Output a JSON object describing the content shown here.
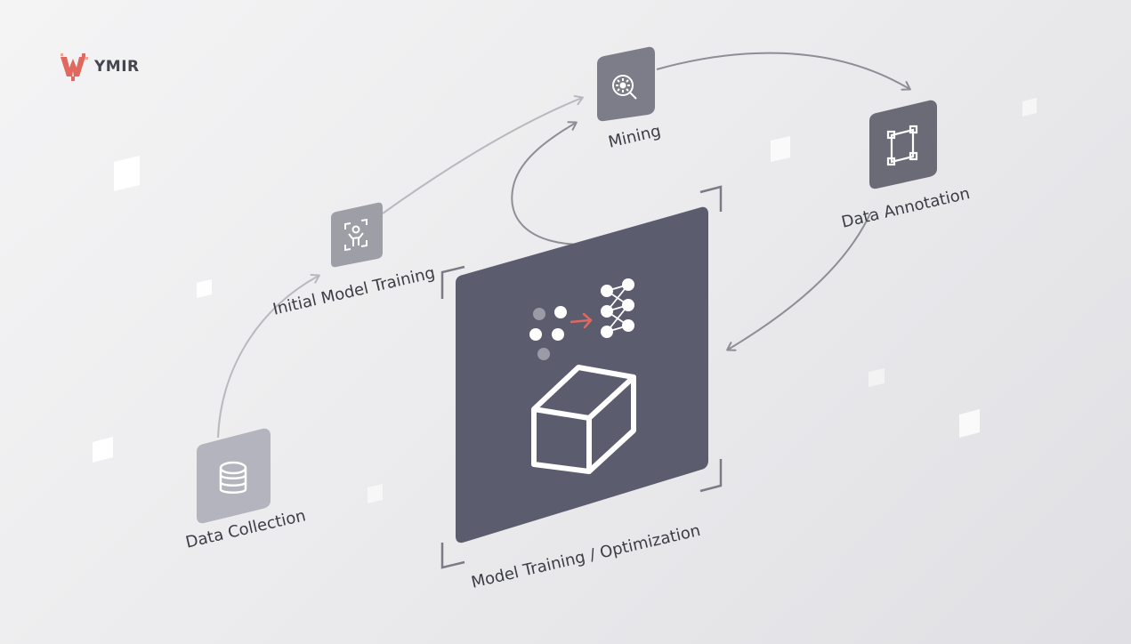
{
  "logo": {
    "text": "YMIR",
    "color": "#e0685e"
  },
  "stages": {
    "data_collection": {
      "label": "Data Collection"
    },
    "initial_training": {
      "label": "Initial Model Training"
    },
    "mining": {
      "label": "Mining"
    },
    "data_annotation": {
      "label": "Data Annotation"
    },
    "model_training": {
      "label": "Model Training / Optimization"
    }
  },
  "colors": {
    "panel_dark": "#5b5c6e",
    "tile_light": "#b3b4bd",
    "tile_mid": "#9d9ea6",
    "tile_dark": "#7c7d88",
    "tile_darker": "#6a6b77",
    "accent": "#e0685e",
    "arrow": "#9a9ba3"
  },
  "icons": {
    "data_collection": "database-icon",
    "initial_training": "person-focus-icon",
    "mining": "magnifier-icon",
    "data_annotation": "bounding-box-icon",
    "model_training": "cube-icon"
  }
}
